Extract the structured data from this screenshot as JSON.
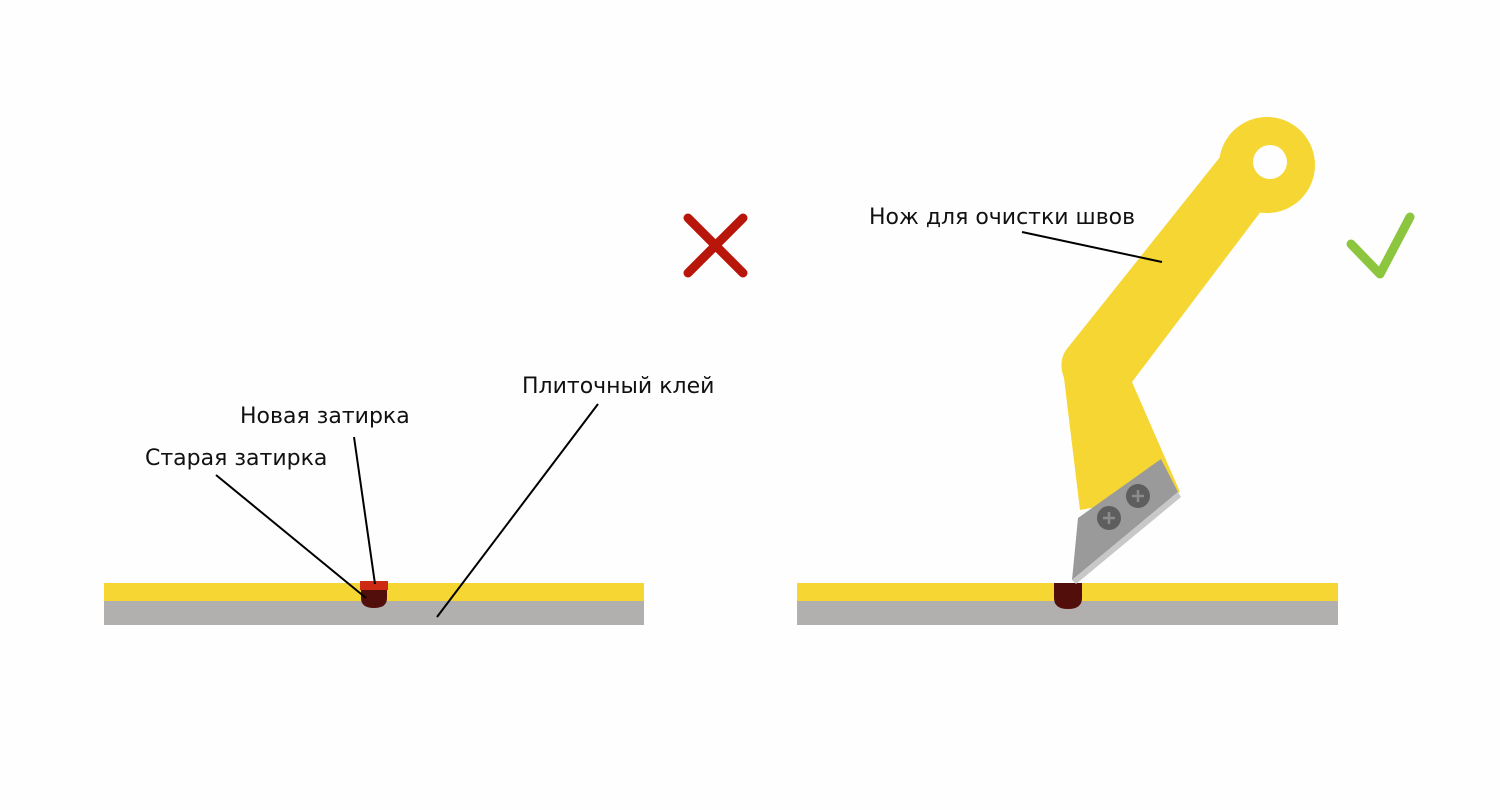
{
  "labels": {
    "new_grout": "Новая затирка",
    "old_grout": "Старая затирка",
    "tile_adhesive": "Плиточный клей",
    "joint_knife": "Нож для очистки швов"
  },
  "markers": {
    "wrong": "cross-icon",
    "right": "check-icon"
  },
  "colors": {
    "tile": "#f6d632",
    "base": "#b1b0ae",
    "old_grout": "#520e0a",
    "new_grout": "#cc2a12",
    "cross": "#b8160a",
    "check": "#8cc63f",
    "blade": "#9a9a9a",
    "screw": "#5e5e5e"
  }
}
